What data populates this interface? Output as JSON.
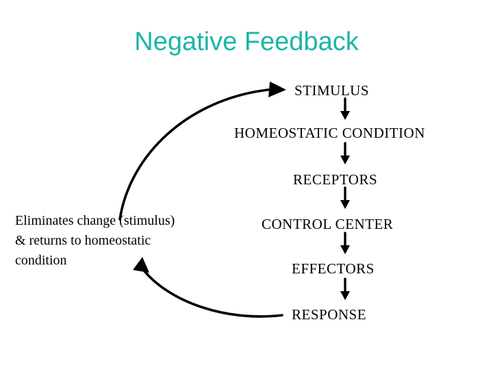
{
  "slide": {
    "title": "Negative Feedback",
    "title_color": "#1ab5a8",
    "background": "#ffffff"
  },
  "diagram": {
    "type": "flow-cycle",
    "chain": [
      {
        "label": "STIMULUS"
      },
      {
        "label": "HOMEOSTATIC CONDITION"
      },
      {
        "label": "RECEPTORS"
      },
      {
        "label": "CONTROL CENTER"
      },
      {
        "label": "EFFECTORS"
      },
      {
        "label": "RESPONSE"
      }
    ],
    "side_note": {
      "line1": "Eliminates change (stimulus)",
      "line2": "& returns to homeostatic",
      "line3": "condition"
    },
    "arrows": {
      "down_arrow_count": 5,
      "loop_from": "RESPONSE",
      "loop_to": "STIMULUS",
      "loop_description": "Curved feedback loop from RESPONSE back up to STIMULUS passing the side note"
    }
  }
}
